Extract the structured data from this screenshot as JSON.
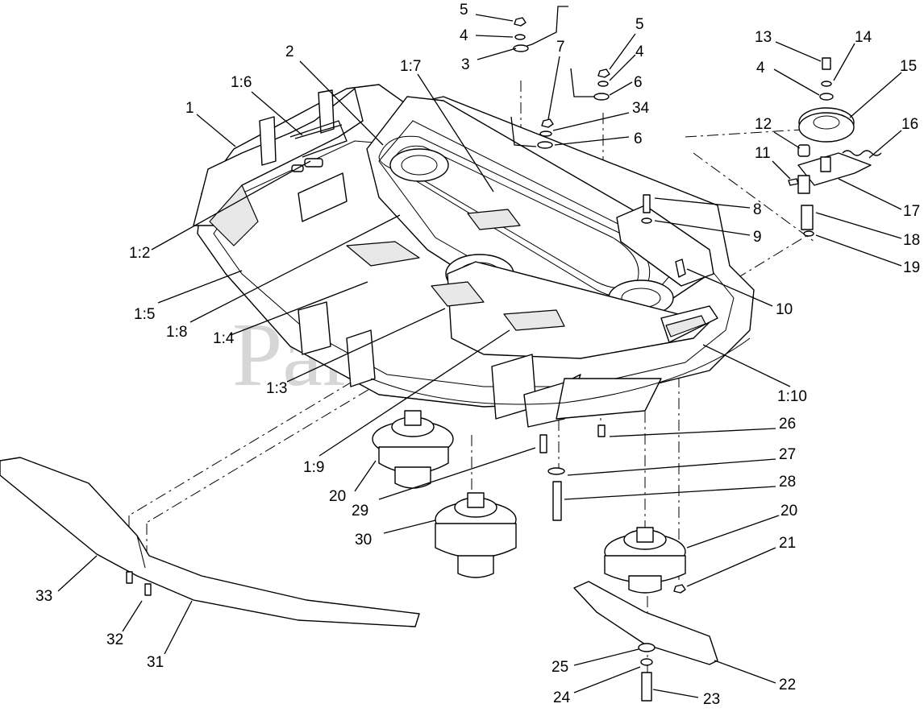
{
  "watermark": "PartsTree",
  "callouts": [
    {
      "id": "c-1",
      "text": "1"
    },
    {
      "id": "c-1-6",
      "text": "1:6"
    },
    {
      "id": "c-2",
      "text": "2"
    },
    {
      "id": "c-1-7",
      "text": "1:7"
    },
    {
      "id": "c-1-2",
      "text": "1:2"
    },
    {
      "id": "c-1-5",
      "text": "1:5"
    },
    {
      "id": "c-1-8",
      "text": "1:8"
    },
    {
      "id": "c-1-4",
      "text": "1:4"
    },
    {
      "id": "c-1-3",
      "text": "1:3"
    },
    {
      "id": "c-1-9",
      "text": "1:9"
    },
    {
      "id": "c-1-10",
      "text": "1:10"
    },
    {
      "id": "c-5a",
      "text": "5"
    },
    {
      "id": "c-4a",
      "text": "4"
    },
    {
      "id": "c-3",
      "text": "3"
    },
    {
      "id": "c-7",
      "text": "7"
    },
    {
      "id": "c-5b",
      "text": "5"
    },
    {
      "id": "c-4b",
      "text": "4"
    },
    {
      "id": "c-6a",
      "text": "6"
    },
    {
      "id": "c-34",
      "text": "34"
    },
    {
      "id": "c-6b",
      "text": "6"
    },
    {
      "id": "c-8",
      "text": "8"
    },
    {
      "id": "c-9",
      "text": "9"
    },
    {
      "id": "c-10",
      "text": "10"
    },
    {
      "id": "c-13",
      "text": "13"
    },
    {
      "id": "c-14",
      "text": "14"
    },
    {
      "id": "c-4c",
      "text": "4"
    },
    {
      "id": "c-15",
      "text": "15"
    },
    {
      "id": "c-12",
      "text": "12"
    },
    {
      "id": "c-16",
      "text": "16"
    },
    {
      "id": "c-11",
      "text": "11"
    },
    {
      "id": "c-17",
      "text": "17"
    },
    {
      "id": "c-18",
      "text": "18"
    },
    {
      "id": "c-19",
      "text": "19"
    },
    {
      "id": "c-26",
      "text": "26"
    },
    {
      "id": "c-27",
      "text": "27"
    },
    {
      "id": "c-28",
      "text": "28"
    },
    {
      "id": "c-20a",
      "text": "20"
    },
    {
      "id": "c-20b",
      "text": "20"
    },
    {
      "id": "c-21",
      "text": "21"
    },
    {
      "id": "c-29",
      "text": "29"
    },
    {
      "id": "c-30",
      "text": "30"
    },
    {
      "id": "c-33",
      "text": "33"
    },
    {
      "id": "c-32",
      "text": "32"
    },
    {
      "id": "c-31",
      "text": "31"
    },
    {
      "id": "c-22",
      "text": "22"
    },
    {
      "id": "c-25",
      "text": "25"
    },
    {
      "id": "c-24",
      "text": "24"
    },
    {
      "id": "c-23",
      "text": "23"
    }
  ]
}
